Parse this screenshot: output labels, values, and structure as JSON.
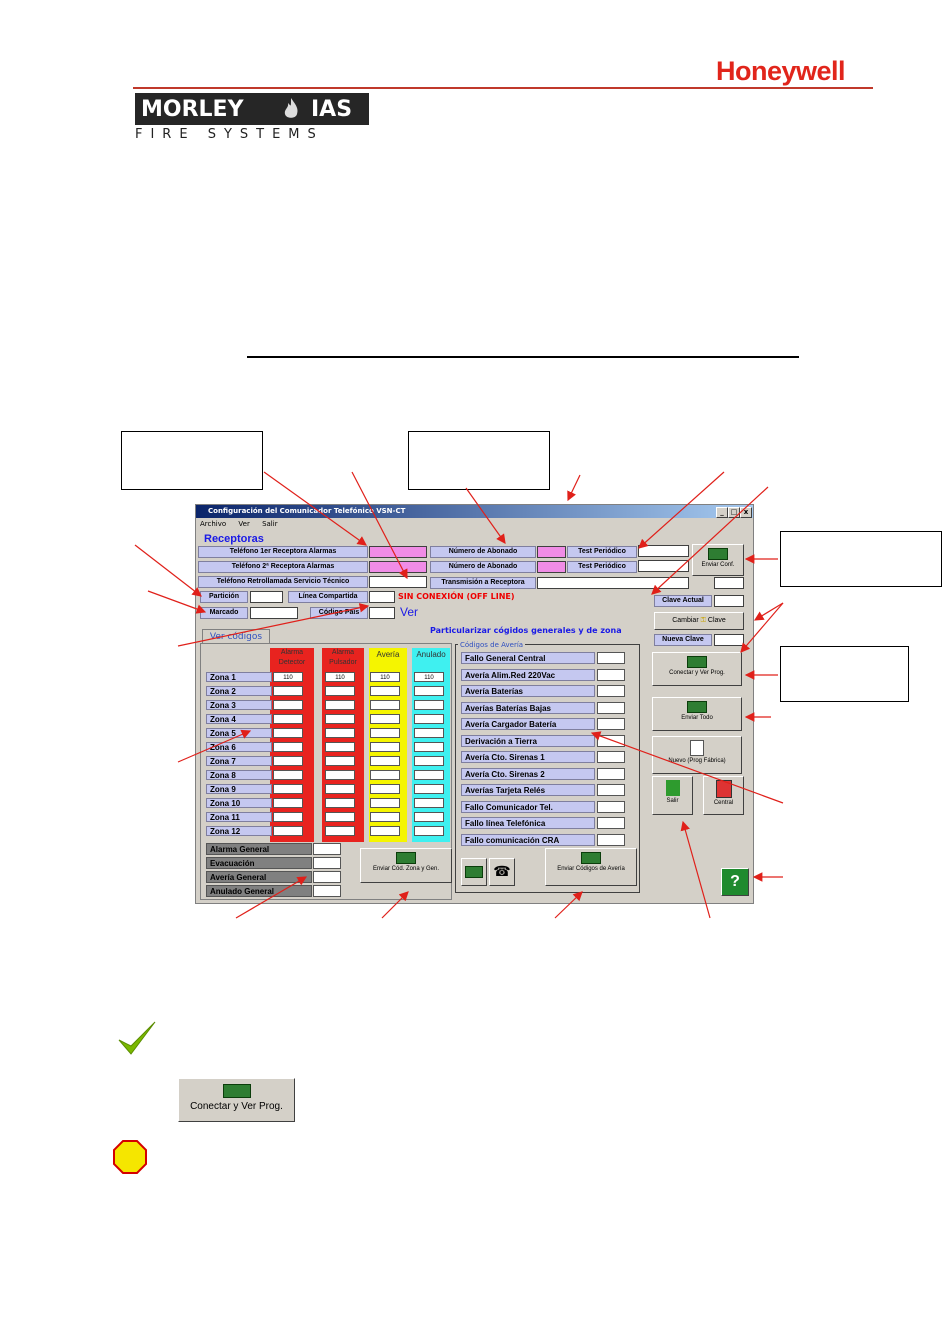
{
  "header": {
    "brand": "Honeywell"
  },
  "logo": {
    "word1": "MORLEY",
    "word2": "IAS",
    "subtitle": "FIRE SYSTEMS"
  },
  "window": {
    "title": "Configuración del Comunicador Telefónico VSN-CT",
    "menu": [
      "Archivo",
      "Ver",
      "Salir"
    ],
    "section_title": "Receptoras",
    "phone1_label": "Teléfono 1er Receptora Alarmas",
    "phone2_label": "Teléfono 2ª Receptora Alarmas",
    "callback_label": "Teléfono Retrollamada Servicio Técnico",
    "abonado1_label": "Número de Abonado",
    "abonado2_label": "Número de Abonado",
    "test1_label": "Test Periódico",
    "test2_label": "Test Periódico",
    "transmision_label": "Transmisión a Receptora",
    "particion_label": "Partición",
    "linea_label": "Línea Compartida",
    "marcado_label": "Marcado",
    "codigo_pais_label": "Código País",
    "status_text": "SIN CONEXIÓN (OFF LINE)",
    "ver_text": "Ver",
    "enviar_conf": "Enviar Conf.",
    "clave_actual": "Clave Actual",
    "cambiar": "Cambiar",
    "clave": "Clave",
    "nueva_clave": "Nueva Clave",
    "conectar_ver": "Conectar y Ver Prog.",
    "enviar_todo": "Enviar Todo",
    "nuevo_fabrica": "Nuevo (Prog Fábrica)",
    "salir": "Salir",
    "central": "Central",
    "particularizar": "Particularizar cógidos generales y de zona",
    "ver_codigos_tab": "Ver códigos",
    "col_headers": [
      "Alarma Detector",
      "Alarma Pulsador",
      "Avería",
      "Anulado"
    ],
    "col_colors": [
      "#e8231f",
      "#e8231f",
      "#f5f500",
      "#3ff0f0"
    ],
    "zones": [
      "Zona 1",
      "Zona 2",
      "Zona 3",
      "Zona 4",
      "Zona 5",
      "Zona 6",
      "Zona 7",
      "Zona 8",
      "Zona 9",
      "Zona 10",
      "Zona 11",
      "Zona 12"
    ],
    "zone1_values": [
      "110",
      "110",
      "110",
      "110"
    ],
    "generales": [
      "Alarma General",
      "Evacuación",
      "Avería General",
      "Anulado General"
    ],
    "enviar_cod_zona": "Enviar Cód. Zona y Gen.",
    "codigos_averia_title": "Códigos de Avería",
    "faults": [
      "Fallo General Central",
      "Avería Alim.Red 220Vac",
      "Avería Baterías",
      "Averías Baterías Bajas",
      "Avería Cargador Batería",
      "Derivación a Tierra",
      "Avería Cto. Sirenas 1",
      "Avería Cto. Sirenas 2",
      "Averías Tarjeta Relés",
      "Fallo Comunicador Tel.",
      "Fallo línea Telefónica",
      "Fallo comunicación CRA"
    ],
    "enviar_codigos_averia": "Enviar Códigos de Avería",
    "help": "?"
  },
  "example_button": "Conectar y Ver Prog.",
  "icons": [
    "checkmark-icon",
    "stop-icon",
    "help-icon",
    "key-icon"
  ],
  "colors": {
    "brand_red": "#e1251b",
    "check_green": "#7ab800",
    "stop_yellow": "#f5e600",
    "stop_red": "#d40000"
  }
}
